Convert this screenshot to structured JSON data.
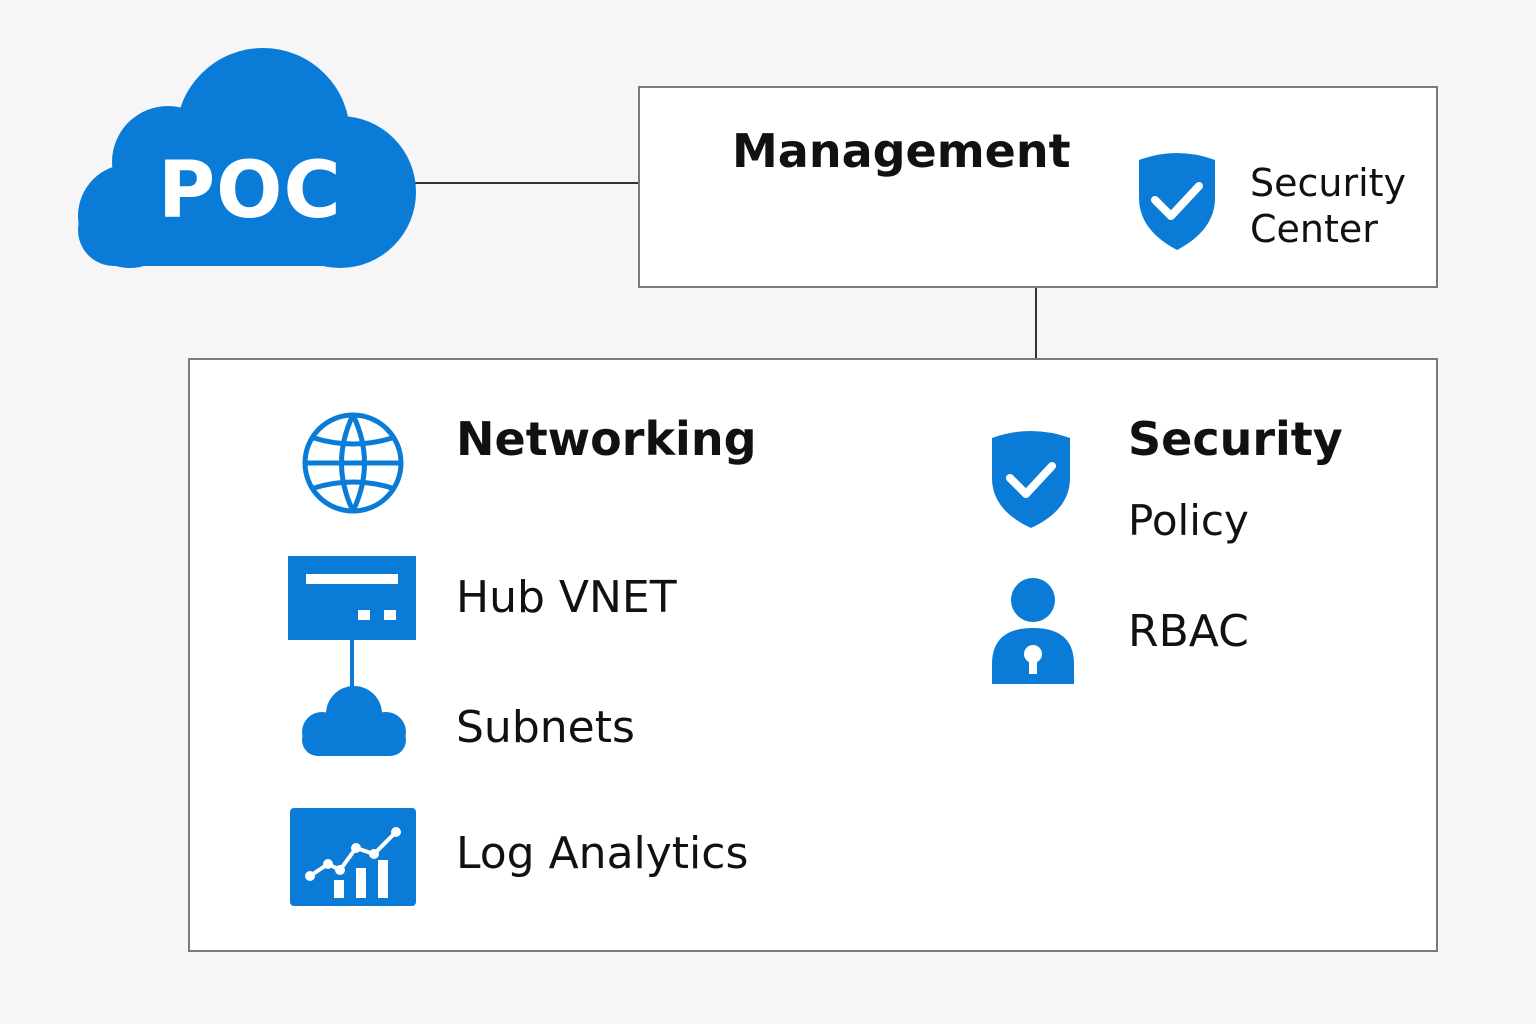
{
  "colors": {
    "accent": "#0a7cd8",
    "border": "#7a7a7a",
    "connector": "#333333",
    "background": "#f6f6f8"
  },
  "cloud": {
    "label": "POC",
    "icon": "cloud-icon"
  },
  "management": {
    "title": "Management",
    "security_center": {
      "icon": "shield-check-icon",
      "line1": "Security",
      "line2": "Center"
    }
  },
  "main": {
    "networking": {
      "title": "Networking",
      "icon": "globe-icon",
      "items": [
        {
          "label": "Hub VNET",
          "icon": "network-card-icon"
        },
        {
          "label": "Subnets",
          "icon": "cloud-icon"
        },
        {
          "label": "Log Analytics",
          "icon": "analytics-chart-icon"
        }
      ]
    },
    "security": {
      "title": "Security",
      "icon": "shield-check-icon",
      "items": [
        {
          "label": "Policy",
          "icon": "shield-check-icon"
        },
        {
          "label": "RBAC",
          "icon": "user-lock-icon"
        }
      ]
    }
  }
}
